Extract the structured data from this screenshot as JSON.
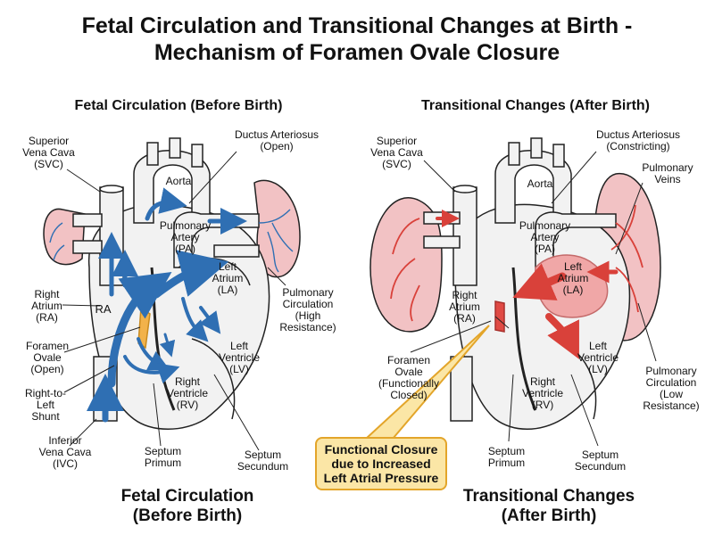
{
  "title": {
    "line1": "Fetal Circulation and Transitional Changes at Birth -",
    "line2": "Mechanism of Foramen Ovale Closure"
  },
  "left_panel": {
    "heading": "Fetal Circulation (Before Birth)",
    "labels": {
      "svc": [
        "Superior",
        "Vena Cava",
        "(SVC)"
      ],
      "ductus": [
        "Ductus Arteriosus",
        "(Open)"
      ],
      "aorta": "Aorta",
      "pa": [
        "Pulmonary",
        "Artery",
        "(PA)"
      ],
      "la": [
        "Left",
        "Atrium",
        "(LA)"
      ],
      "ra_side": [
        "Right",
        "Atrium",
        "(RA)"
      ],
      "ra_inside": "RA",
      "pulm_circ": [
        "Pulmonary",
        "Circulation",
        "(High",
        "Resistance)"
      ],
      "foramen": [
        "Foramen",
        "Ovale",
        "(Open)"
      ],
      "lv": [
        "Left",
        "Ventricle",
        "(LV)"
      ],
      "shunt": [
        "Right-to-",
        "Left",
        "Shunt"
      ],
      "rv": [
        "Right",
        "Ventricle",
        "(RV)"
      ],
      "ivc": [
        "Inferior",
        "Vena Cava",
        "(IVC)"
      ],
      "septum_primum": [
        "Septum",
        "Primum"
      ],
      "septum_secundum": [
        "Septum",
        "Secundum"
      ]
    },
    "caption": [
      "Fetal Circulation",
      "(Before Birth)"
    ]
  },
  "right_panel": {
    "heading": "Transitional Changes (After Birth)",
    "labels": {
      "svc": [
        "Superior",
        "Vena Cava",
        "(SVC)"
      ],
      "ductus": [
        "Ductus Arteriosus",
        "(Constricting)"
      ],
      "pulm_veins": [
        "Pulmonary",
        "Veins"
      ],
      "aorta": "Aorta",
      "pa": [
        "Pulmonary",
        "Artery",
        "(PA)"
      ],
      "la": [
        "Left",
        "Atrium",
        "(LA)"
      ],
      "ra": [
        "Right",
        "Atrium",
        "(RA)"
      ],
      "lv": [
        "Left",
        "Ventricle",
        "(LV)"
      ],
      "foramen": [
        "Foramen",
        "Ovale",
        "(Functionally",
        "Closed)"
      ],
      "rv": [
        "Right",
        "Ventricle",
        "(RV)"
      ],
      "pulm_circ": [
        "Pulmonary",
        "Circulation",
        "(Low",
        "Resistance)"
      ],
      "septum_primum": [
        "Septum",
        "Primum"
      ],
      "septum_secundum": [
        "Septum",
        "Secundum"
      ]
    },
    "callout": [
      "Functional Closure",
      "due to Increased",
      "Left Atrial Pressure"
    ],
    "caption": [
      "Transitional Changes",
      "(After Birth)"
    ]
  },
  "colors": {
    "fetal_flow": "#2f6fb3",
    "oxygenated_flow": "#d9413a",
    "lung_fill": "#f2c2c4",
    "la_highlight": "#f0a7a7",
    "callout_fill": "#fbe6a6",
    "callout_border": "#e3a52a",
    "foramen_open": "#f2b24a"
  }
}
